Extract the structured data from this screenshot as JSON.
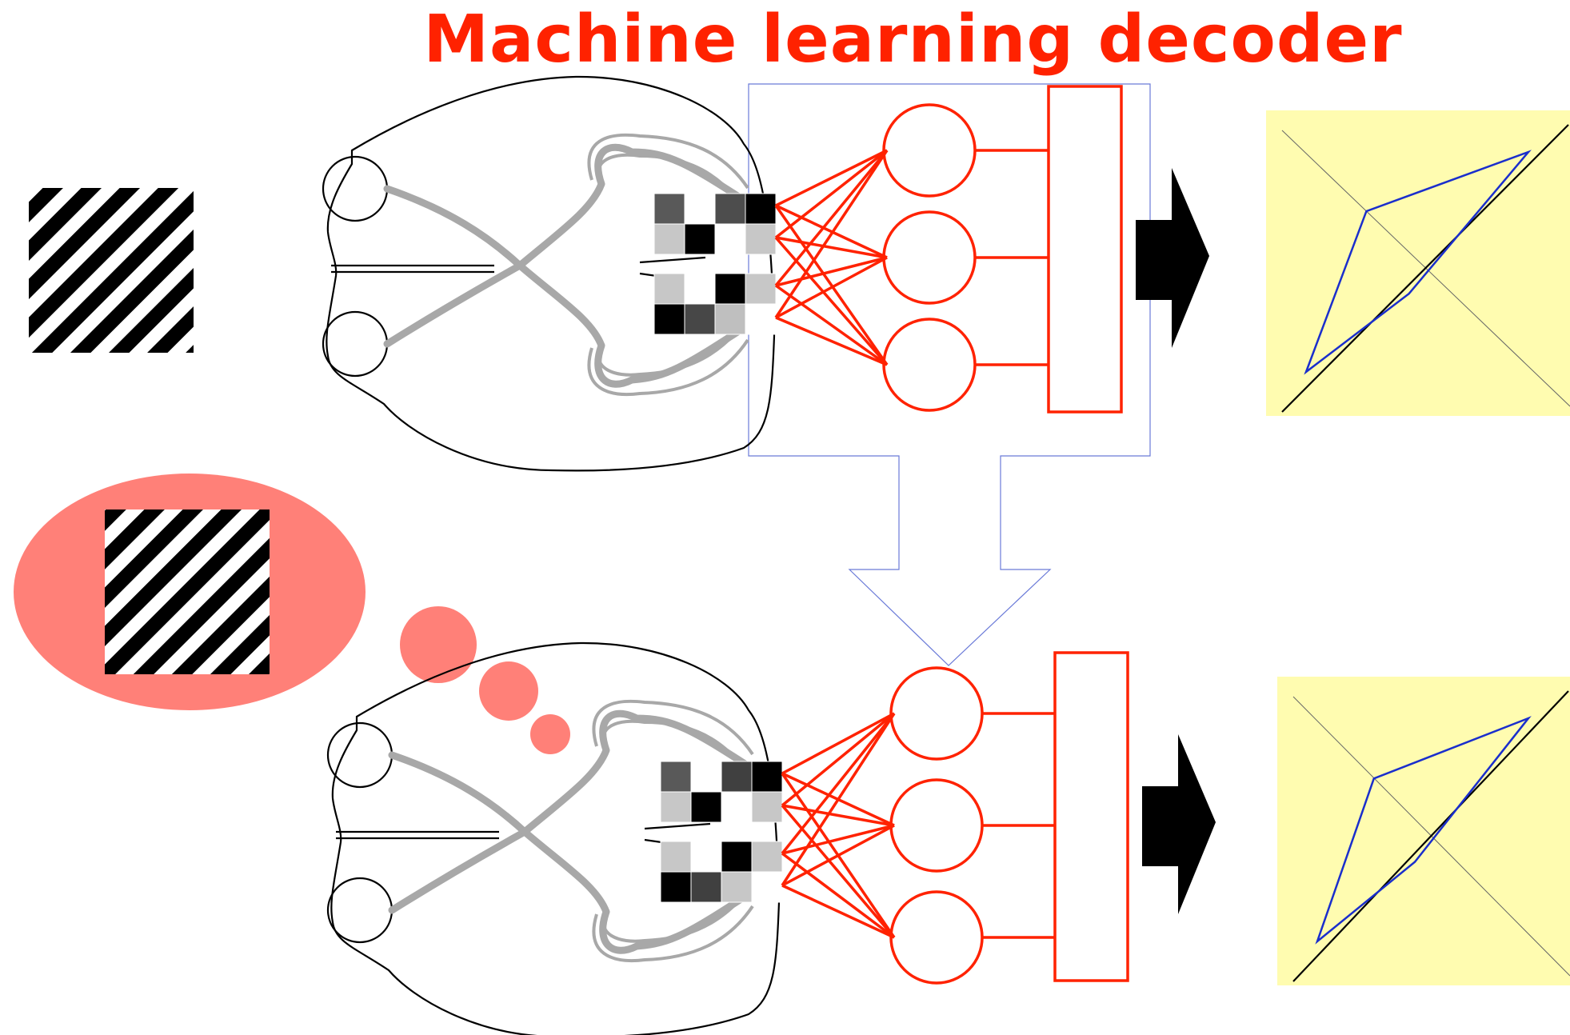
{
  "title": "Machine learning decoder",
  "colors": {
    "title": "#ff2200",
    "network": "#ff2200",
    "brain_outline": "#000000",
    "brain_tracts": "#a8a8a8",
    "thought_bubble": "#ff8078",
    "output_panel": "#fffcb0",
    "output_curve": "#1a2ecc",
    "transfer_arrow": "#6a7ad8"
  },
  "rows": [
    {
      "id": "perception",
      "stimulus": "oriented-grating",
      "voxel_pattern": [
        [
          0.35,
          1.0,
          0.3,
          0.0
        ],
        [
          0.78,
          0.0,
          1.0,
          0.78
        ],
        [
          0.78,
          1.0,
          0.0,
          0.78
        ],
        [
          0.0,
          0.28,
          0.75,
          1.0
        ]
      ]
    },
    {
      "id": "imagery",
      "stimulus": "imagined-oriented-grating",
      "voxel_pattern": [
        [
          0.35,
          1.0,
          0.25,
          0.0
        ],
        [
          0.78,
          0.0,
          1.0,
          0.78
        ],
        [
          0.78,
          1.0,
          0.0,
          0.78
        ],
        [
          0.0,
          0.25,
          0.78,
          1.0
        ]
      ]
    }
  ],
  "decoder": {
    "output_units": 3
  }
}
